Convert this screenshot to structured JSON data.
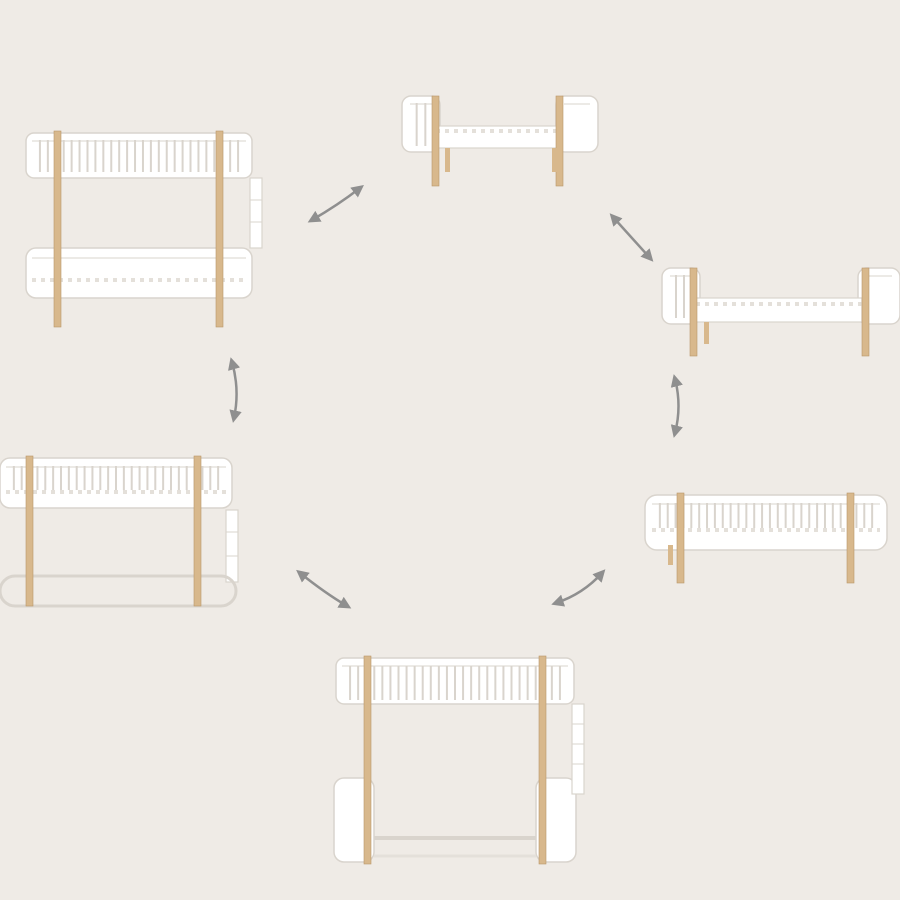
{
  "colors": {
    "background": "#efebe6",
    "frame": "#ffffff",
    "frame_edge": "#d9d4cd",
    "rail_shadow": "#e4e0da",
    "oak": "#d8b88c",
    "oak_edge": "#b9966a",
    "arrow": "#8f8f8f"
  },
  "configurations": [
    {
      "name": "junior-bed",
      "icon": "junior-bed-icon"
    },
    {
      "name": "single-bed",
      "icon": "single-bed-icon"
    },
    {
      "name": "daybed",
      "icon": "daybed-icon"
    },
    {
      "name": "high-loft-bed",
      "icon": "high-loft-bed-icon"
    },
    {
      "name": "low-loft-bed",
      "icon": "low-loft-bed-icon"
    },
    {
      "name": "bunk-bed",
      "icon": "bunk-bed-icon"
    }
  ],
  "transitions": [
    [
      "junior-bed",
      "single-bed"
    ],
    [
      "single-bed",
      "daybed"
    ],
    [
      "daybed",
      "high-loft-bed"
    ],
    [
      "high-loft-bed",
      "low-loft-bed"
    ],
    [
      "low-loft-bed",
      "bunk-bed"
    ],
    [
      "bunk-bed",
      "junior-bed"
    ]
  ]
}
